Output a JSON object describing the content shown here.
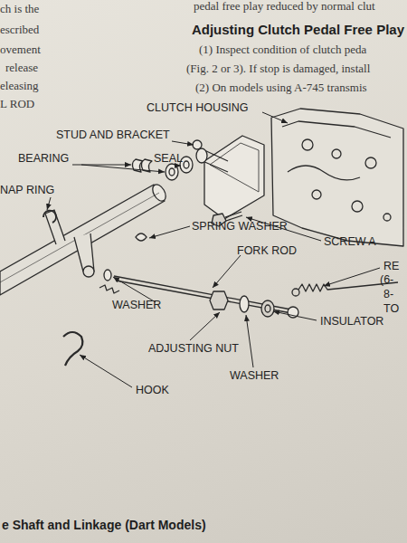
{
  "diagram": {
    "caption": "e Shaft and Linkage (Dart Models)",
    "labels": [
      "pedal free play reduced by normal clut",
      "ch is the",
      "Adjusting Clutch Pedal Free Play",
      "escribed",
      "(1) Inspect condition of clutch peda",
      "ovement",
      "release",
      "(Fig. 2 or 3). If stop is damaged, install",
      "eleasing",
      "(2) On models using A-745 transmis",
      "L ROD",
      "CLUTCH HOUSING",
      "STUD AND BRACKET",
      "BEARING",
      "SEAL",
      "NAP RING",
      "SPRING WASHER",
      "SCREW A",
      "FORK ROD",
      "RE",
      "(6-",
      "WASHER",
      "8-",
      "TO",
      "INSULATOR",
      "ADJUSTING NUT",
      "WASHER",
      "HOOK"
    ]
  }
}
